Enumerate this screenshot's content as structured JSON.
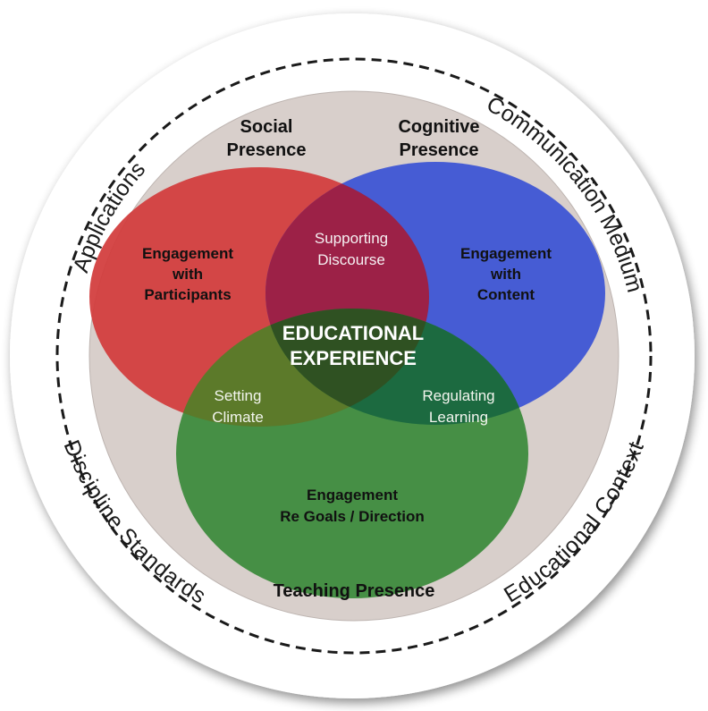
{
  "outer_ring": {
    "top_left": "Applications",
    "top_right": "Communication Medium",
    "bottom_left": "Discipline Standards",
    "bottom_right": "Educational Context"
  },
  "circles": {
    "social": {
      "title_line1": "Social",
      "title_line2": "Presence",
      "color": "#d23b3b"
    },
    "cognitive": {
      "title_line1": "Cognitive",
      "title_line2": "Presence",
      "color": "#3a53d4"
    },
    "teaching": {
      "title": "Teaching Presence",
      "color": "#2f8a2f"
    }
  },
  "regions": {
    "social_only": [
      "Engagement",
      "with",
      "Participants"
    ],
    "cognitive_only": [
      "Engagement",
      "with",
      "Content"
    ],
    "teaching_only": [
      "Engagement",
      "Re Goals / Direction"
    ],
    "social_cognitive": [
      "Supporting",
      "Discourse"
    ],
    "social_teaching": [
      "Setting",
      "Climate"
    ],
    "cognitive_teaching": [
      "Regulating",
      "Learning"
    ],
    "center": [
      "EDUCATIONAL",
      "EXPERIENCE"
    ]
  },
  "colors": {
    "background_disc": "#d8cfcb",
    "outer_disc": "#ffffff",
    "dash": "#1a1a1a"
  }
}
